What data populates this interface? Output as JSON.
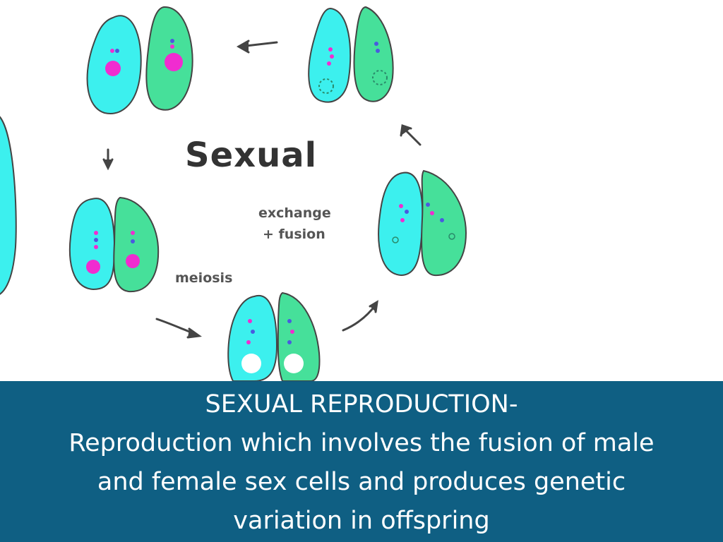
{
  "diagram": {
    "title": "Sexual",
    "label_exchange": "exchange",
    "label_fusion": "+ fusion",
    "label_meiosis": "meiosis",
    "colors": {
      "cell_cyan": "#3cf0ee",
      "cell_green": "#46e09a",
      "nucleus_pink": "#f02cd0",
      "dot_blue": "#4a5adf",
      "outline": "#444444"
    }
  },
  "caption": {
    "heading": "SEXUAL REPRODUCTION-",
    "lines": [
      "Reproduction which involves the fusion of male",
      "and female sex cells and produces genetic",
      "variation in offspring"
    ]
  }
}
